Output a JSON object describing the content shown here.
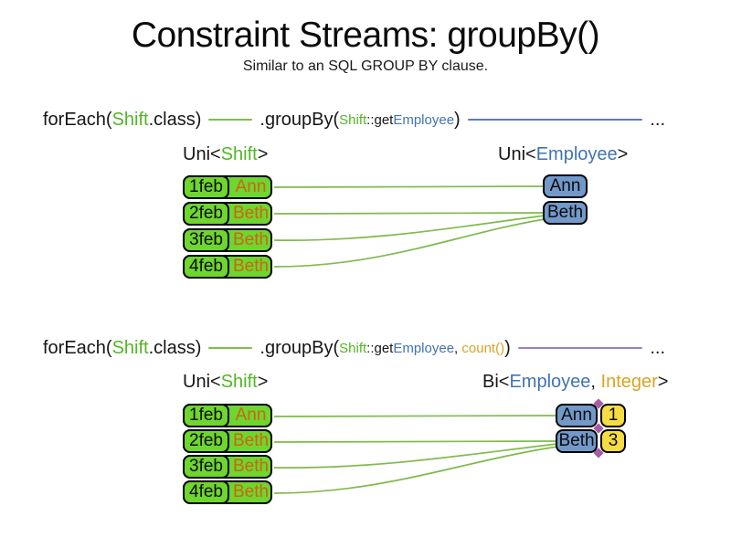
{
  "title": "Constraint Streams: groupBy()",
  "subtitle": "Similar to an SQL GROUP BY clause.",
  "colors": {
    "shift_green_text": "#53B525",
    "employee_blue_text": "#4173B4",
    "integer_gold_text": "#D9A521",
    "orange_name_text": "#CC6612",
    "green_box_fill": "#6FD52F",
    "blue_box_fill": "#7299C9",
    "yellow_box_fill": "#F5DC42",
    "green_line": "#7FBA4C",
    "blue_line": "#5D7CB5",
    "purple_line": "#9C7FC0",
    "purple_diamond": "#A85CA5"
  },
  "example1": {
    "code": {
      "foreach_open": "forEach(",
      "foreach_type": "Shift",
      "foreach_close": ".class)",
      "groupby_open": ".groupBy(",
      "arg_class": "Shift",
      "arg_accessor": "::get",
      "arg_property": "Employee",
      "groupby_close": ")",
      "ellipsis": "..."
    },
    "source_label": {
      "open": "Uni<",
      "type": "Shift",
      "close": ">"
    },
    "result_label": {
      "open": "Uni<",
      "type": "Employee",
      "close": ">"
    },
    "shifts": [
      {
        "date": "1feb",
        "employee": "Ann"
      },
      {
        "date": "2feb",
        "employee": "Beth"
      },
      {
        "date": "3feb",
        "employee": "Beth"
      },
      {
        "date": "4feb",
        "employee": "Beth"
      }
    ],
    "groups": [
      {
        "employee": "Ann"
      },
      {
        "employee": "Beth"
      }
    ]
  },
  "example2": {
    "code": {
      "foreach_open": "forEach(",
      "foreach_type": "Shift",
      "foreach_close": ".class)",
      "groupby_open": ".groupBy(",
      "arg_class": "Shift",
      "arg_accessor": "::get",
      "arg_property": "Employee",
      "arg_separator": ", ",
      "arg_collector": "count()",
      "groupby_close": ")",
      "ellipsis": "..."
    },
    "source_label": {
      "open": "Uni<",
      "type": "Shift",
      "close": ">"
    },
    "result_label": {
      "open": "Bi<",
      "type1": "Employee",
      "separator": ", ",
      "type2": "Integer",
      "close": ">"
    },
    "shifts": [
      {
        "date": "1feb",
        "employee": "Ann"
      },
      {
        "date": "2feb",
        "employee": "Beth"
      },
      {
        "date": "3feb",
        "employee": "Beth"
      },
      {
        "date": "4feb",
        "employee": "Beth"
      }
    ],
    "groups": [
      {
        "employee": "Ann",
        "count": "1"
      },
      {
        "employee": "Beth",
        "count": "3"
      }
    ]
  }
}
